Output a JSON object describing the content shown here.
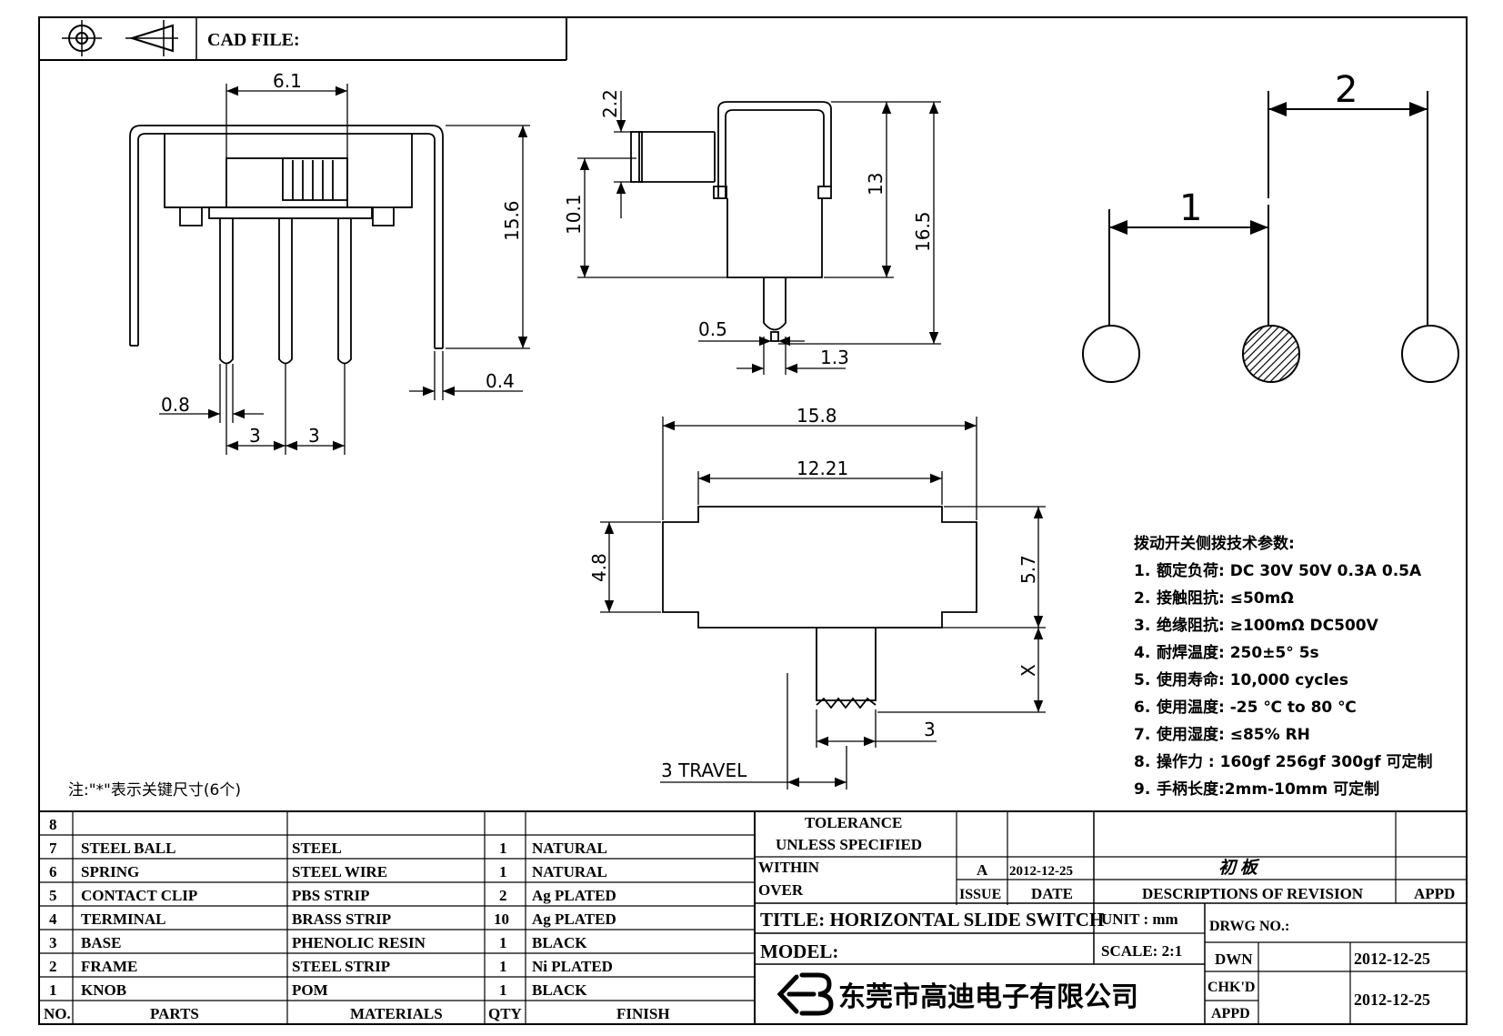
{
  "header": {
    "cad_file_label": "CAD FILE:"
  },
  "dimensions": {
    "front": {
      "width_top": "6.1",
      "height": "15.6",
      "pin_width": "0.8",
      "pitch_1": "3",
      "pitch_2": "3",
      "frame_thickness": "0.4"
    },
    "side": {
      "knob_height": "2.2",
      "knob_offset": "10.1",
      "body_height": "13",
      "total_height": "16.5",
      "pin_width": "0.5",
      "pin_length": "1.3"
    },
    "top": {
      "overall_length": "15.8",
      "inner_length": "12.21",
      "width_left": "4.8",
      "width_right": "5.7",
      "knob_extension": "X",
      "knob_width": "3",
      "travel": "3 TRAVEL"
    },
    "schematic": {
      "spacing_1": "1",
      "spacing_2": "2"
    }
  },
  "specs": {
    "title": "拨动开关侧拨技术参数:",
    "items": [
      {
        "num": "1.",
        "text": "额定负荷: DC 30V    50V    0.3A    0.5A"
      },
      {
        "num": "2.",
        "text": "接触阻抗: ≤50mΩ"
      },
      {
        "num": "3.",
        "text": "绝缘阻抗: ≥100mΩ   DC500V"
      },
      {
        "num": "4.",
        "text": "耐焊温度: 250±5°  5s"
      },
      {
        "num": "5.",
        "text": "使用寿命: 10,000 cycles"
      },
      {
        "num": "6.",
        "text": "使用温度: -25 ℃  to 80 ℃"
      },
      {
        "num": "7.",
        "text": "使用湿度: ≤85% RH"
      },
      {
        "num": "8.",
        "text": "操作力 : 160gf    256gf    300gf  可定制"
      },
      {
        "num": "9.",
        "text": "手柄长度:2mm-10mm  可定制"
      }
    ]
  },
  "footnote": "注:\"*\"表示关键尺寸(6个)",
  "bom": {
    "header": {
      "no": "NO.",
      "parts": "PARTS",
      "materials": "MATERIALS",
      "qty": "QTY",
      "finish": "FINISH"
    },
    "rows": [
      {
        "no": "8",
        "part": "",
        "material": "",
        "qty": "",
        "finish": ""
      },
      {
        "no": "7",
        "part": "STEEL BALL",
        "material": "STEEL",
        "qty": "1",
        "finish": "NATURAL"
      },
      {
        "no": "6",
        "part": "SPRING",
        "material": "STEEL WIRE",
        "qty": "1",
        "finish": "NATURAL"
      },
      {
        "no": "5",
        "part": "CONTACT CLIP",
        "material": "PBS STRIP",
        "qty": "2",
        "finish": "Ag PLATED"
      },
      {
        "no": "4",
        "part": "TERMINAL",
        "material": "BRASS STRIP",
        "qty": "10",
        "finish": "Ag PLATED"
      },
      {
        "no": "3",
        "part": "BASE",
        "material": "PHENOLIC RESIN",
        "qty": "1",
        "finish": "BLACK"
      },
      {
        "no": "2",
        "part": "FRAME",
        "material": "STEEL STRIP",
        "qty": "1",
        "finish": "Ni PLATED"
      },
      {
        "no": "1",
        "part": "KNOB",
        "material": "POM",
        "qty": "1",
        "finish": "BLACK"
      }
    ]
  },
  "title_block": {
    "tolerance_1": "TOLERANCE",
    "tolerance_2": "UNLESS   SPECIFIED",
    "within": "WITHIN",
    "over": "OVER",
    "rev_letter": "A",
    "rev_date": "2012-12-25",
    "rev_desc": "初 板",
    "issue": "ISSUE",
    "date": "DATE",
    "descriptions": "DESCRIPTIONS  OF  REVISION",
    "appd": "APPD",
    "title": "TITLE:  HORIZONTAL  SLIDE  SWITCH",
    "unit": "UNIT : mm",
    "drwg_no": "DRWG  NO.:",
    "model": "MODEL:",
    "scale": "SCALE:  2:1",
    "dwn": "DWN",
    "dwn_date": "2012-12-25",
    "chkd": "CHK'D",
    "appd2": "APPD",
    "chk_date": "2012-12-25",
    "company": "东莞市高迪电子有限公司"
  }
}
